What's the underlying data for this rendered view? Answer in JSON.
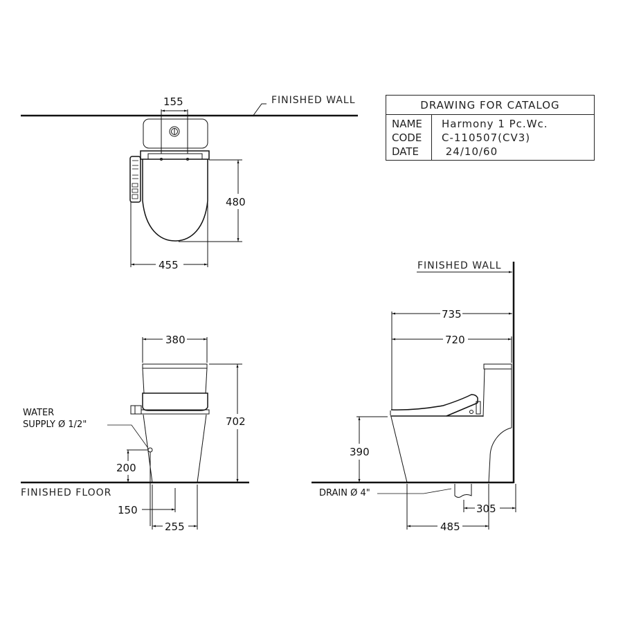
{
  "title_block": {
    "header": "DRAWING FOR CATALOG",
    "rows": [
      {
        "key": "NAME",
        "value": "Harmony 1 Pc.Wc."
      },
      {
        "key": "CODE",
        "value": "C-110507(CV3)"
      },
      {
        "key": "DATE",
        "value": " 24/10/60"
      }
    ]
  },
  "top_view": {
    "wall_label": "FINISHED WALL",
    "dimensions": {
      "tank_center_width": "155",
      "seat_length": "480",
      "overall_width": "455"
    }
  },
  "front_view": {
    "water_supply_label_line1": "WATER",
    "water_supply_label_line2": "SUPPLY Ø 1/2\"",
    "floor_label": "FINISHED FLOOR",
    "dimensions": {
      "top_width": "380",
      "height": "702",
      "supply_height": "200",
      "supply_offset": "150",
      "base_width": "255"
    }
  },
  "side_view": {
    "wall_label": "FINISHED WALL",
    "drain_label": "DRAIN Ø 4\"",
    "dimensions": {
      "depth_to_wall": "735",
      "body_depth": "720",
      "seat_height": "390",
      "drain_to_wall": "305",
      "base_depth": "485"
    }
  },
  "colors": {
    "line": "#111111",
    "background": "#ffffff"
  }
}
